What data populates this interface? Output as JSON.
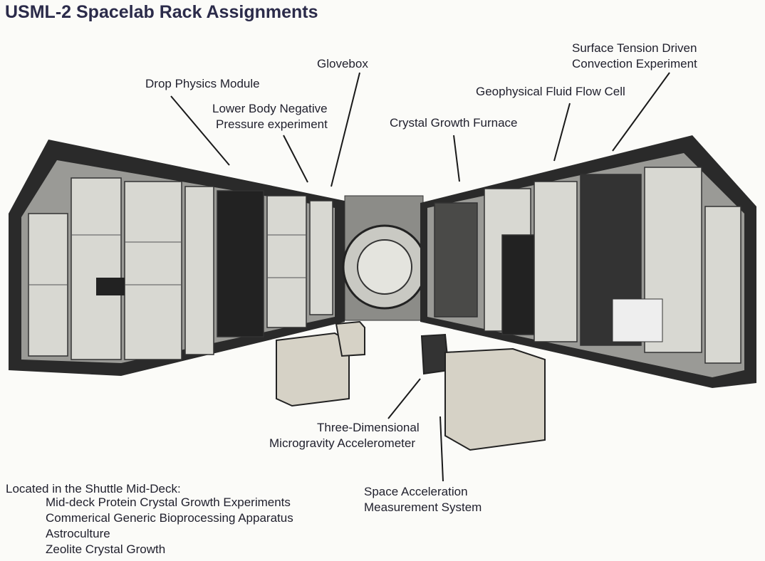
{
  "title": "USML-2 Spacelab Rack Assignments",
  "labels": {
    "drop_physics": "Drop Physics Module",
    "glovebox": "Glovebox",
    "lbnp_1": "Lower Body Negative",
    "lbnp_2": "Pressure experiment",
    "crystal_furnace": "Crystal Growth Furnace",
    "geophysical": "Geophysical Fluid Flow Cell",
    "stdce_1": "Surface Tension Driven",
    "stdce_2": "Convection Experiment",
    "tdma_1": "Three-Dimensional",
    "tdma_2": "Microgravity Accelerometer",
    "sams_1": "Space Acceleration",
    "sams_2": "Measurement System"
  },
  "middeck": {
    "heading": "Located in the Shuttle Mid-Deck:",
    "items": [
      "Mid-deck Protein Crystal Growth Experiments",
      "Commerical Generic Bioprocessing Apparatus",
      "Astroculture",
      "Zeolite Crystal Growth"
    ]
  }
}
